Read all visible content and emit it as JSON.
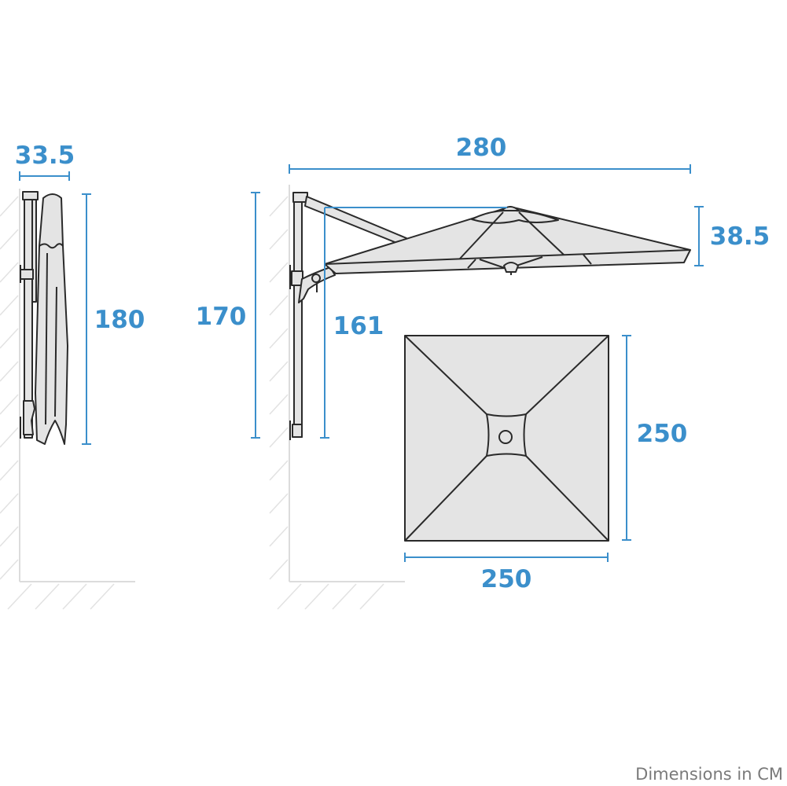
{
  "side_view_folded": {
    "depth_label": "33.5",
    "height_label": "180"
  },
  "side_view_open": {
    "width_label": "280",
    "canopy_height_label": "38.5",
    "total_height_label": "170",
    "clearance_label": "161"
  },
  "top_view": {
    "depth_label": "250",
    "width_label": "250"
  },
  "footer_note": "Dimensions in CM",
  "colors": {
    "dimension": "#3b8fcb",
    "outline": "#2a2a2a",
    "fabric": "#e4e4e4",
    "note": "#7a7a7a"
  }
}
